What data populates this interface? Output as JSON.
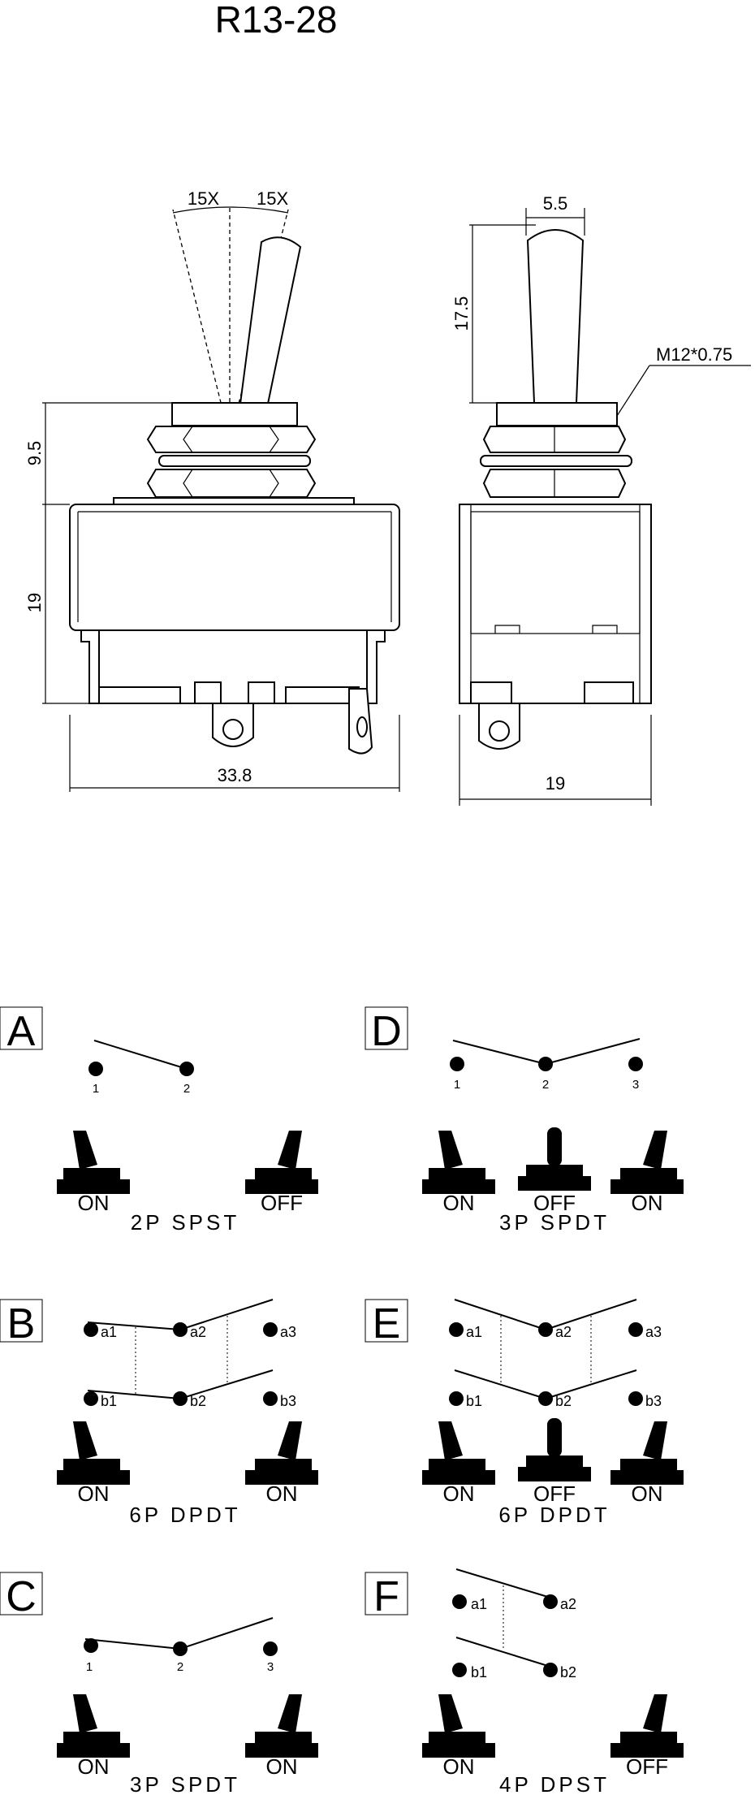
{
  "title": "R13-28",
  "drawing": {
    "angle_left": "15X",
    "angle_right": "15X",
    "dim_bushing_height": "9.5",
    "dim_body_height": "19",
    "dim_body_width": "33.8",
    "dim_lever_width": "5.5",
    "dim_lever_height": "17.5",
    "thread": "M12*0.75",
    "dim_side_width": "19"
  },
  "circuits": {
    "A": {
      "label": "A",
      "pins": [
        "1",
        "2"
      ],
      "states": [
        "ON",
        "OFF"
      ],
      "caption": "2P SPST"
    },
    "D": {
      "label": "D",
      "pins": [
        "1",
        "2",
        "3"
      ],
      "states": [
        "ON",
        "OFF",
        "ON"
      ],
      "caption": "3P SPDT"
    },
    "B": {
      "label": "B",
      "pins": [
        "a1",
        "a2",
        "a3",
        "b1",
        "b2",
        "b3"
      ],
      "states": [
        "ON",
        "ON"
      ],
      "caption": "6P DPDT"
    },
    "E": {
      "label": "E",
      "pins": [
        "a1",
        "a2",
        "a3",
        "b1",
        "b2",
        "b3"
      ],
      "states": [
        "ON",
        "OFF",
        "ON"
      ],
      "caption": "6P DPDT"
    },
    "C": {
      "label": "C",
      "pins": [
        "1",
        "2",
        "3"
      ],
      "states": [
        "ON",
        "ON"
      ],
      "caption": "3P SPDT"
    },
    "F": {
      "label": "F",
      "pins": [
        "a1",
        "a2",
        "b1",
        "b2"
      ],
      "states": [
        "ON",
        "OFF"
      ],
      "caption": "4P DPST"
    }
  }
}
